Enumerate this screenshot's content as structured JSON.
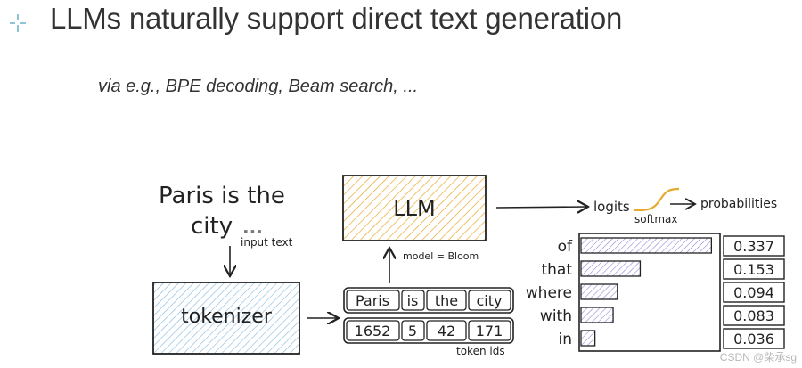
{
  "slide": {
    "title": "LLMs naturally support direct text generation",
    "subtitle": "via e.g., BPE decoding, Beam search, ..."
  },
  "diagram": {
    "input_text_line1": "Paris is the",
    "input_text_line2": "city",
    "input_ellipsis": "...",
    "input_label": "input text",
    "tokenizer_label": "tokenizer",
    "llm_label": "LLM",
    "model_label": "model = Bloom",
    "tokens": [
      "Paris",
      "is",
      "the",
      "city"
    ],
    "token_ids": [
      "1652",
      "5",
      "42",
      "171"
    ],
    "token_ids_label": "token ids",
    "logits_label": "logits",
    "softmax_label": "softmax",
    "probabilities_label": "probabilities",
    "candidates": [
      {
        "word": "of",
        "prob": 0.337,
        "prob_text": "0.337"
      },
      {
        "word": "that",
        "prob": 0.153,
        "prob_text": "0.153"
      },
      {
        "word": "where",
        "prob": 0.094,
        "prob_text": "0.094"
      },
      {
        "word": "with",
        "prob": 0.083,
        "prob_text": "0.083"
      },
      {
        "word": "in",
        "prob": 0.036,
        "prob_text": "0.036"
      }
    ],
    "colors": {
      "llm": "#e8a82a",
      "tokenizer": "#7fb7e0",
      "bars": "#8a7fd6",
      "arrow": "#222222",
      "softmax_curve": "#e8a82a"
    }
  },
  "watermark": "CSDN @柴承sg"
}
